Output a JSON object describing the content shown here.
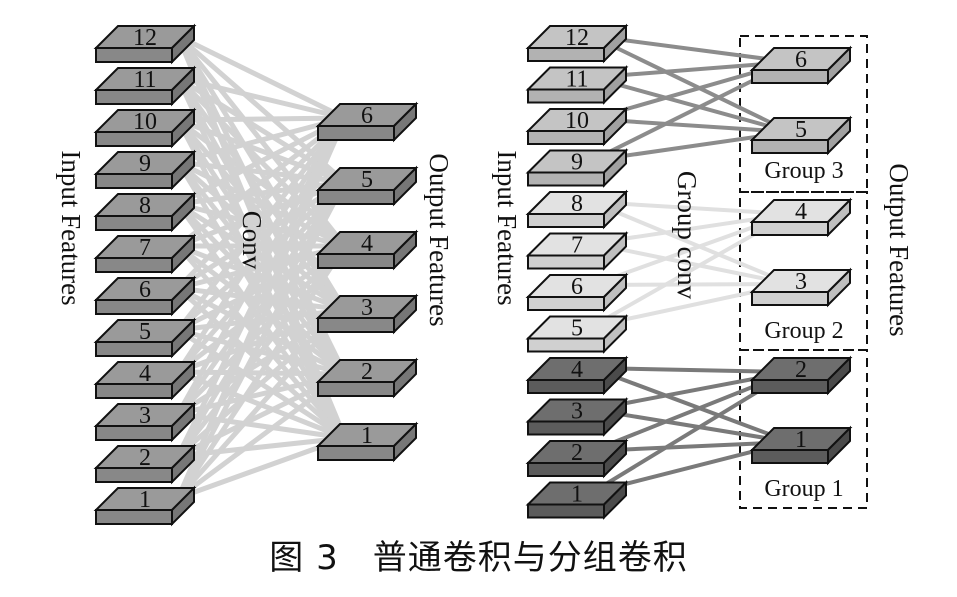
{
  "left": {
    "input_label": "Input Features",
    "output_label": "Output Features",
    "conv_label": "Conv",
    "inputs": [
      "1",
      "2",
      "3",
      "4",
      "5",
      "6",
      "7",
      "8",
      "9",
      "10",
      "11",
      "12"
    ],
    "outputs": [
      "1",
      "2",
      "3",
      "4",
      "5",
      "6"
    ],
    "colors": {
      "block": "#9a9a9a",
      "line": "#d2d2d2"
    }
  },
  "right": {
    "input_label": "Input Features",
    "output_label": "Output Features",
    "conv_label": "Group conv",
    "inputs": [
      "1",
      "2",
      "3",
      "4",
      "5",
      "6",
      "7",
      "8",
      "9",
      "10",
      "11",
      "12"
    ],
    "outputs": [
      "1",
      "2",
      "3",
      "4",
      "5",
      "6"
    ],
    "groups": [
      {
        "label": "Group 1",
        "inputs": [
          "1",
          "2",
          "3",
          "4"
        ],
        "outputs": [
          "1",
          "2"
        ],
        "block_color": "#6e6e6e",
        "line_color": "#7a7a7a"
      },
      {
        "label": "Group 2",
        "inputs": [
          "5",
          "6",
          "7",
          "8"
        ],
        "outputs": [
          "3",
          "4"
        ],
        "block_color": "#e2e2e2",
        "line_color": "#e0e0e0"
      },
      {
        "label": "Group 3",
        "inputs": [
          "9",
          "10",
          "11",
          "12"
        ],
        "outputs": [
          "5",
          "6"
        ],
        "block_color": "#c4c4c4",
        "line_color": "#8c8c8c"
      }
    ]
  },
  "caption": {
    "figure_number": "图 3",
    "title": "普通卷积与分组卷积"
  }
}
